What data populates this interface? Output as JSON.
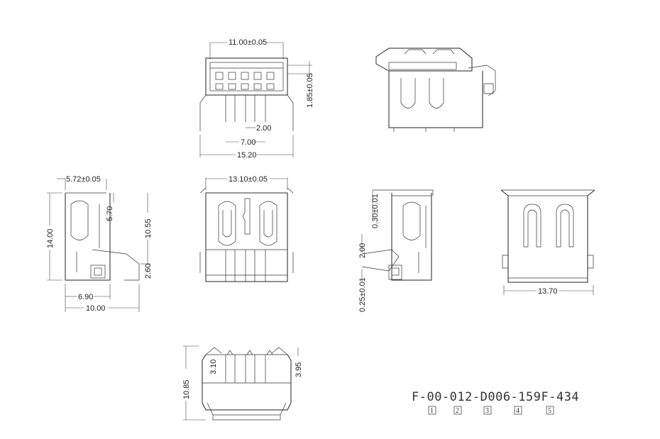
{
  "dimensions": {
    "top_width": "11.00±0.05",
    "top_height": "1.85±0.05",
    "top_pitch": "2.00",
    "top_pin_span": "7.00",
    "top_overall": "15.20",
    "left_offset": "5.72±0.05",
    "left_height_total": "14.00",
    "left_height_mid": "10.55",
    "left_pin_height": "5.70",
    "left_pin_len": "2.60",
    "left_depth_inner": "6.90",
    "left_depth": "10.00",
    "front_width": "13.10±0.05",
    "side2_top": "0.30±0.01",
    "side2_mid": "2.00",
    "side2_bottom": "0.25±0.01",
    "back_width": "13.70",
    "bottom_height": "10.85",
    "bottom_a": "3.10",
    "bottom_b": "3.95"
  },
  "part_number": "F-00-012-D006-159F-434",
  "pin_labels": [
    "1",
    "2",
    "3",
    "4",
    "5"
  ]
}
